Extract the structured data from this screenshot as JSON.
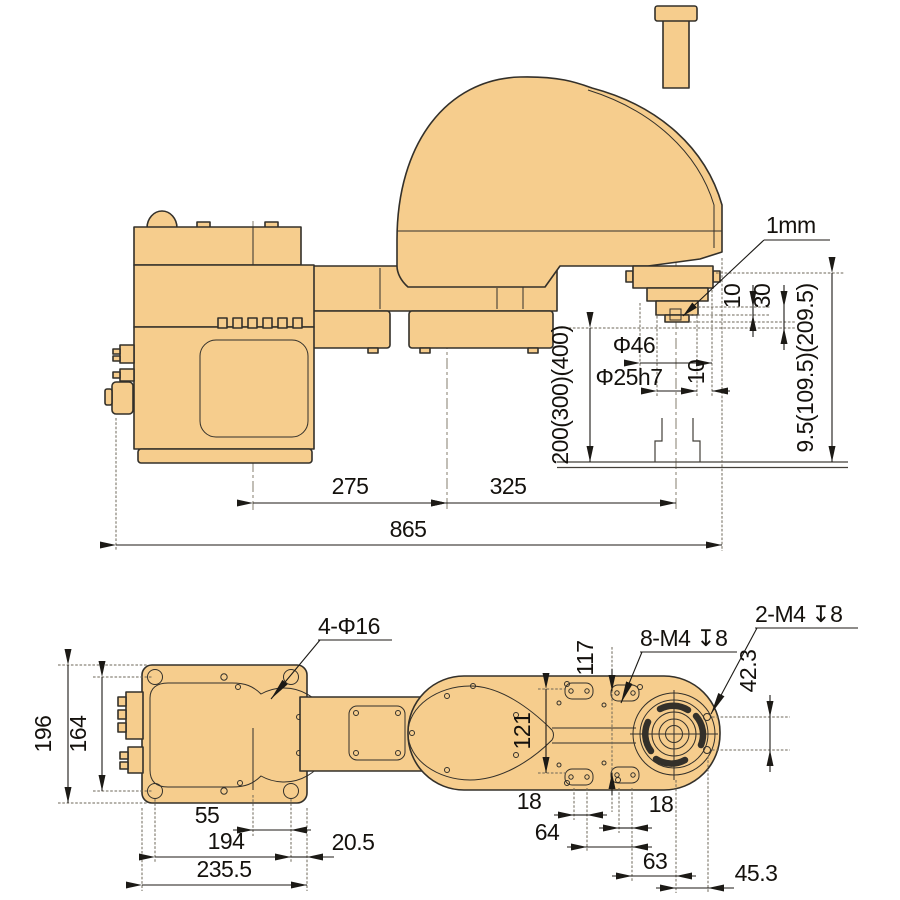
{
  "colors": {
    "body_fill": "#f6cd8d",
    "outline": "#33302a"
  },
  "side": {
    "gap": "1mm",
    "d10_flange": "10",
    "d30": "30",
    "d_height": "9.5(109.5)(209.5)",
    "d_stroke": "200(300)(400)",
    "d_quill": "Φ46",
    "d_shaft": "Φ25h7",
    "d10_offset": "10",
    "d275": "275",
    "d325": "325",
    "d865": "865"
  },
  "plan": {
    "holes_base": "4-Φ16",
    "holes_arm": "8-M4 ↧8",
    "holes_flange": "2-M4 ↧8",
    "d42": "42.3",
    "d117": "117",
    "d121": "121",
    "d196": "196",
    "d164": "164",
    "d55": "55",
    "d194": "194",
    "d20": "20.5",
    "d235": "235.5",
    "d18a": "18",
    "d18b": "18",
    "d64": "64",
    "d63": "63",
    "d45": "45.3"
  }
}
